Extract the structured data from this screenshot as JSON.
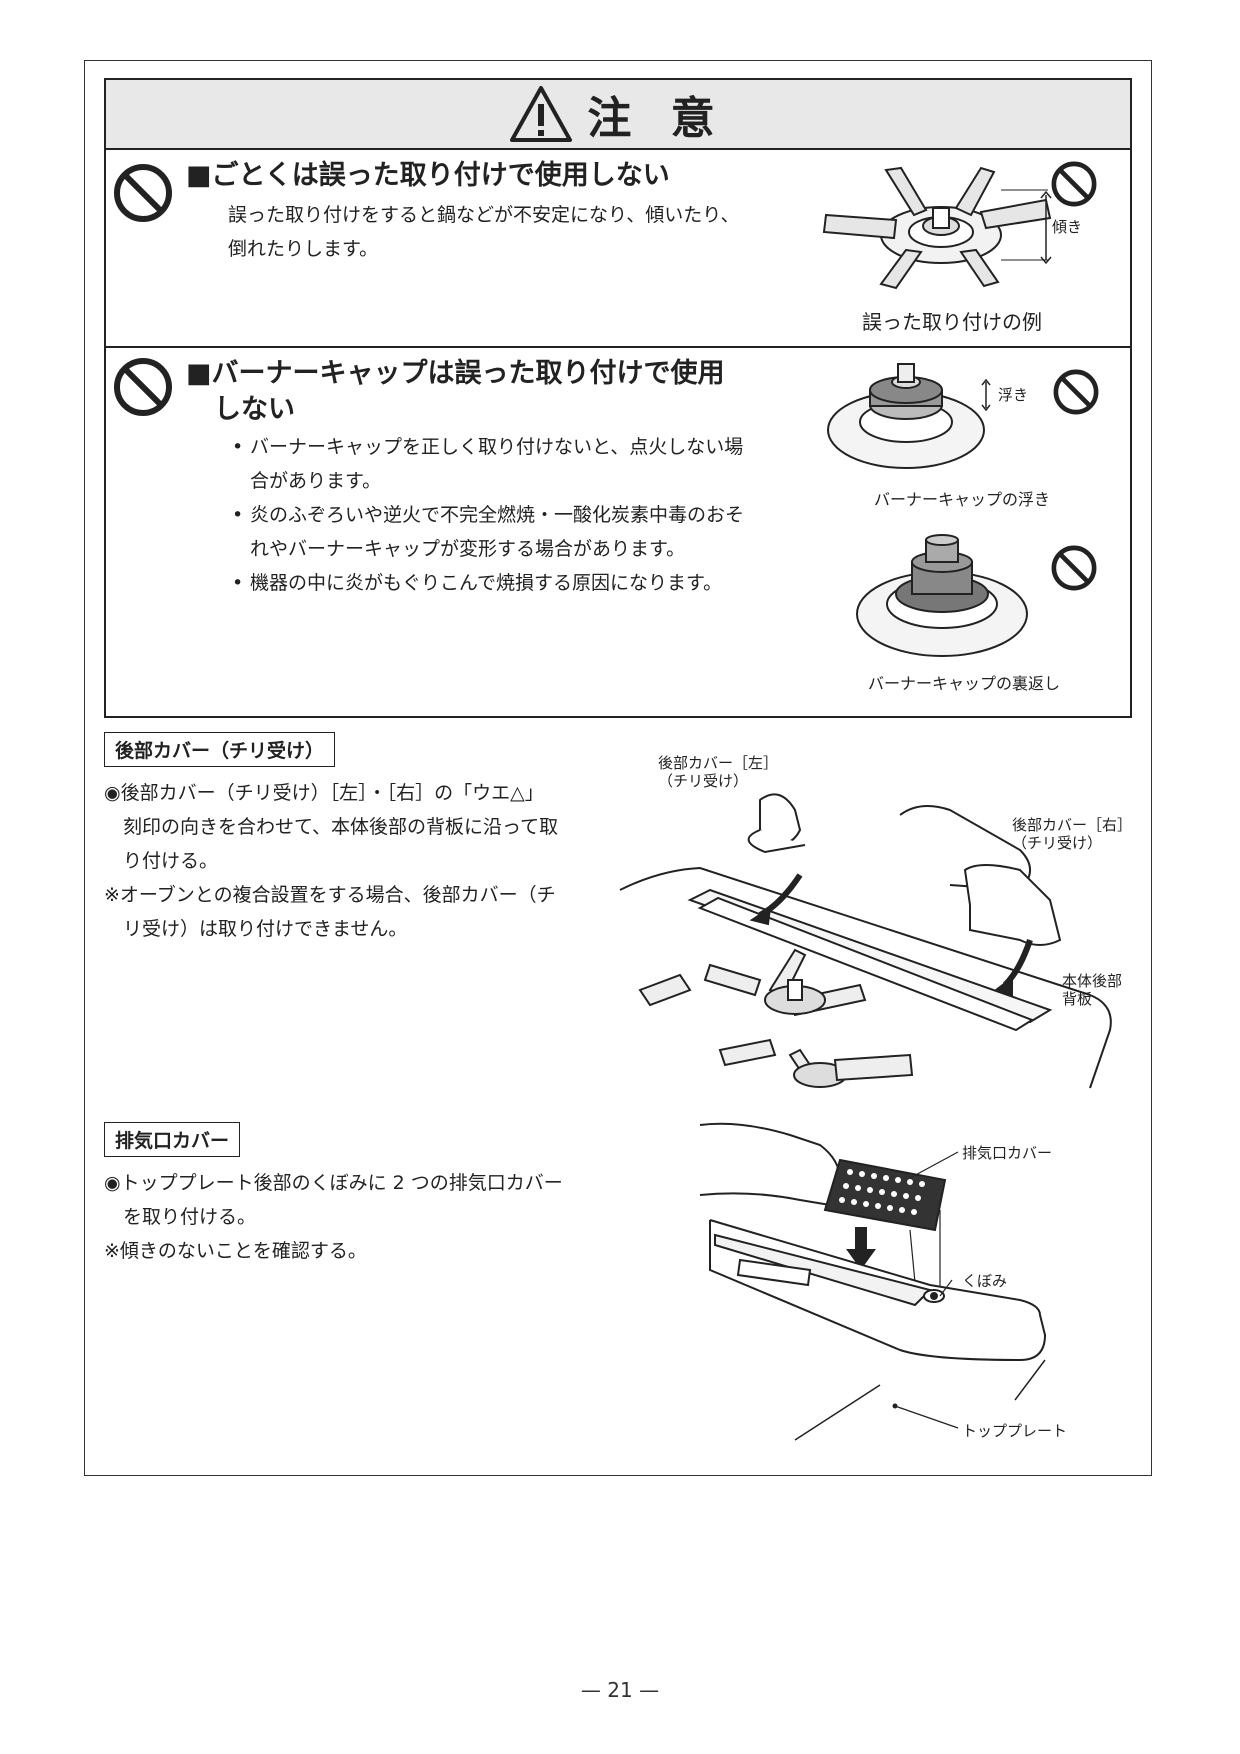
{
  "caution": {
    "title": "注 意",
    "items": [
      {
        "title": "■ごとくは誤った取り付けで使用しない",
        "body": [
          "誤った取り付けをすると鍋などが不安定になり、傾いたり、",
          "倒れたりします。"
        ],
        "figure": {
          "tilt_label": "傾き",
          "caption": "誤った取り付けの例"
        }
      },
      {
        "title_line1": "■バーナーキャップは誤った取り付けで使用",
        "title_line2": "しない",
        "bullets": [
          {
            "marker": "•",
            "lines": [
              "バーナーキャップを正しく取り付けないと、点火しない場",
              "合があります。"
            ]
          },
          {
            "marker": "•",
            "lines": [
              "炎のふぞろいや逆火で不完全燃焼・一酸化炭素中毒のおそ",
              "れやバーナーキャップが変形する場合があります。"
            ]
          },
          {
            "marker": "•",
            "lines": [
              "機器の中に炎がもぐりこんで焼損する原因になります。"
            ]
          }
        ],
        "figure_float": {
          "float_label": "浮き",
          "caption": "バーナーキャップの浮き"
        },
        "figure_flip": {
          "caption": "バーナーキャップの裏返し"
        }
      }
    ]
  },
  "rear_cover": {
    "heading": "後部カバー（チリ受け）",
    "lines": [
      "◉後部カバー（チリ受け）［左］・［右］の「ウエ△」",
      "　刻印の向きを合わせて、本体後部の背板に沿って取",
      "　り付ける。",
      "※オーブンとの複合設置をする場合、後部カバー（チ",
      "　リ受け）は取り付けできません。"
    ],
    "figure": {
      "label_left_1": "後部カバー［左］",
      "label_left_2": "（チリ受け）",
      "label_right_1": "後部カバー［右］",
      "label_right_2": "（チリ受け）",
      "label_back_1": "本体後部",
      "label_back_2": "背板"
    }
  },
  "exhaust_cover": {
    "heading": "排気口カバー",
    "lines": [
      "◉トッププレート後部のくぼみに 2 つの排気口カバー",
      "　を取り付ける。",
      "※傾きのないことを確認する。"
    ],
    "figure": {
      "label_cover": "排気口カバー",
      "label_recess": "くぼみ",
      "label_plate": "トッププレート"
    }
  },
  "footer": {
    "page_number": "— 21 —"
  },
  "colors": {
    "border": "#222222",
    "header_bg": "#e8e8e8",
    "text": "#222222"
  },
  "icons": [
    "warning-triangle-icon",
    "prohibition-icon"
  ]
}
